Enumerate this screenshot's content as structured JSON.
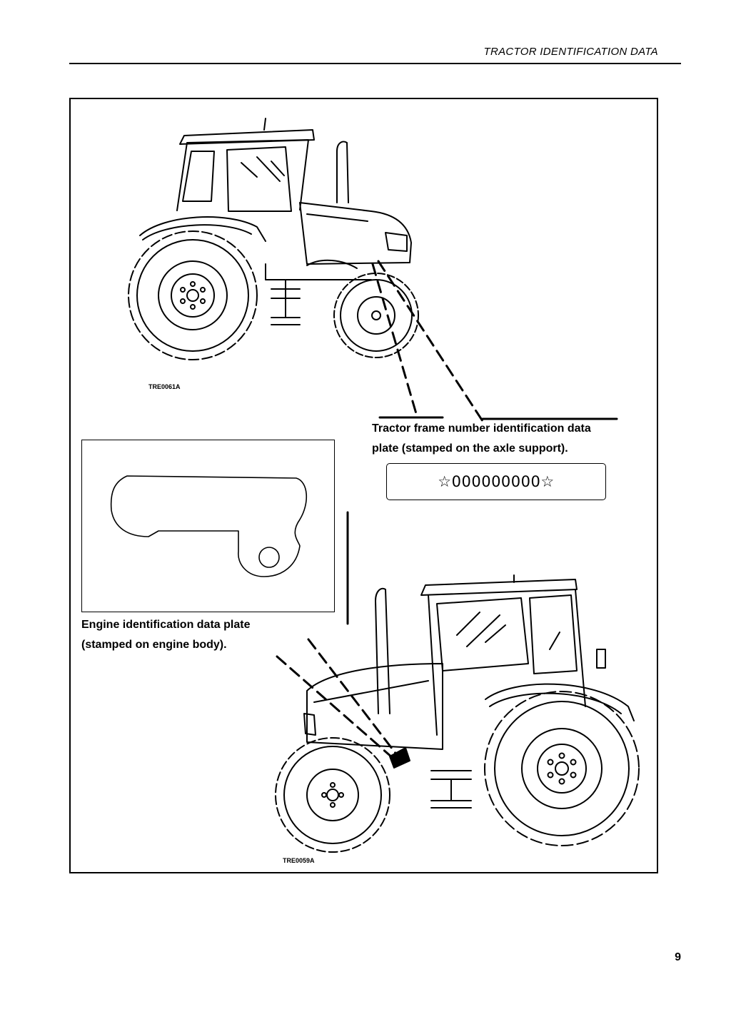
{
  "header": {
    "title": "TRACTOR IDENTIFICATION DATA"
  },
  "figure": {
    "top_illustration": {
      "ref_code": "TRE0061A"
    },
    "bottom_illustration": {
      "ref_code": "TRE0059A"
    },
    "frame_callout": {
      "line1": "Tractor frame number identification data",
      "line2": "plate (stamped on the axle support)."
    },
    "frame_number_plate": {
      "stamp": "☆000000000☆"
    },
    "engine_callout": {
      "line1": "Engine identification data plate",
      "line2": "(stamped on engine body)."
    }
  },
  "page": {
    "number": "9"
  }
}
